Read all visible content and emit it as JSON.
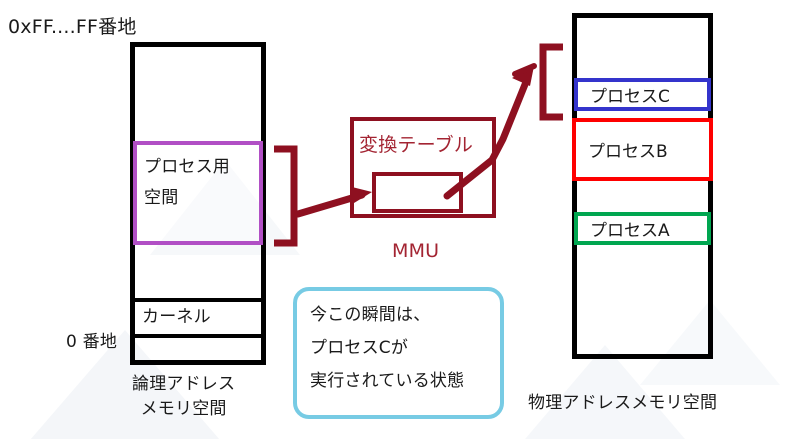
{
  "diagram": {
    "title_text_top_left": "0xFF....FF番地",
    "logical": {
      "top_address_label": "0xFF....FF番地",
      "bottom_address_label": "0 番地",
      "process_space_label": "プロセス用\n空間",
      "kernel_label": "カーネル",
      "caption": "論理アドレス\nメモリ空間",
      "border_color": "#000000",
      "process_space_border_color": "#b14fc5"
    },
    "mmu": {
      "table_label": "変換テーブル",
      "caption": "MMU",
      "border_color": "#8e1020",
      "text_color": "#a32432"
    },
    "physical": {
      "caption": "物理アドレスメモリ空間",
      "border_color": "#000000",
      "processes": [
        {
          "label": "プロセスC",
          "color": "#3434cc"
        },
        {
          "label": "プロセスB",
          "color": "#fe0000"
        },
        {
          "label": "プロセスA",
          "color": "#00a650"
        }
      ]
    },
    "callout": {
      "text": "今この瞬間は、\nプロセスCが\n実行されている状態",
      "border_color": "#77cbe4"
    },
    "connectors": {
      "left_bracket_name": "right-square-bracket",
      "right_bracket_name": "left-square-bracket",
      "arrow_logical_to_mmu": "arrow-right",
      "arrow_mmu_to_physical": "arrow-up-right",
      "color": "#8e1020"
    }
  }
}
